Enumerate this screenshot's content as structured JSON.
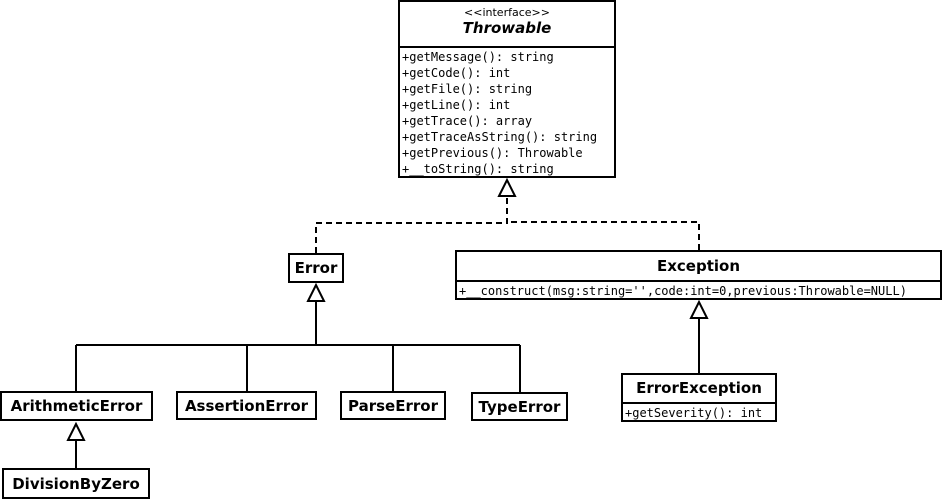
{
  "throwable": {
    "stereotype": "<<interface>>",
    "name": "Throwable",
    "operations": [
      "+getMessage(): string",
      "+getCode(): int",
      "+getFile(): string",
      "+getLine(): int",
      "+getTrace(): array",
      "+getTraceAsString(): string",
      "+getPrevious(): Throwable",
      "+__toString(): string"
    ]
  },
  "error": {
    "name": "Error"
  },
  "exception": {
    "name": "Exception",
    "operations": [
      "+__construct(msg:string='',code:int=0,previous:Throwable=NULL)"
    ]
  },
  "error_children": {
    "arithmetic": "ArithmeticError",
    "assertion": "AssertionError",
    "parse": "ParseError",
    "type": "TypeError"
  },
  "division_by_zero": {
    "name": "DivisionByZero"
  },
  "error_exception": {
    "name": "ErrorException",
    "operations": [
      "+getSeverity(): int"
    ]
  }
}
